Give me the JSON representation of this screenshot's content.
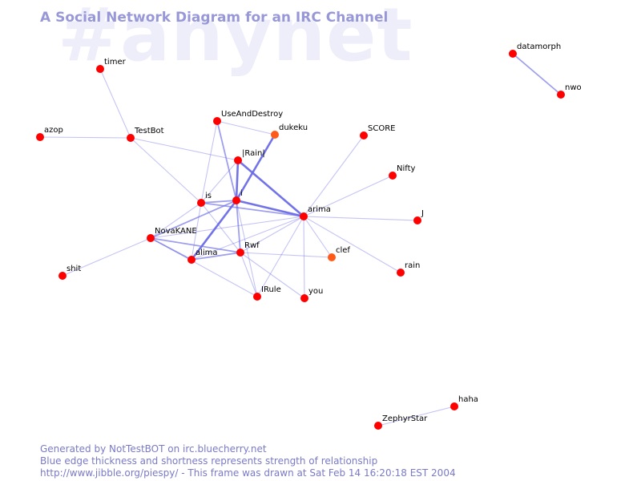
{
  "watermark": "#anynet",
  "title": "A Social Network Diagram for an IRC Channel",
  "footer": {
    "line1": "Generated by NotTestBOT on irc.bluecherry.net",
    "line2": "Blue edge thickness and shortness represents strength of relationship",
    "line3": "http://www.jibble.org/piespy/ - This frame was drawn at Sat Feb 14 16:20:18 EST 2004"
  },
  "colors": {
    "node": "#ff0000",
    "node_alt": "#ff5a1a",
    "edge": "#6b6be8",
    "title": "#9898d8",
    "watermark": "#eeeefb"
  },
  "nodes": [
    {
      "id": "timer",
      "label": "timer"
    },
    {
      "id": "azop",
      "label": "azop"
    },
    {
      "id": "TestBot",
      "label": "TestBot"
    },
    {
      "id": "UseAndDestroy",
      "label": "UseAndDestroy"
    },
    {
      "id": "dukeku",
      "label": "dukeku"
    },
    {
      "id": "Rain",
      "label": "|Rain|"
    },
    {
      "id": "SCORE",
      "label": "SCORE"
    },
    {
      "id": "Nifty",
      "label": "Nifty"
    },
    {
      "id": "is",
      "label": "is"
    },
    {
      "id": "i",
      "label": "i"
    },
    {
      "id": "arima",
      "label": "arima"
    },
    {
      "id": "J",
      "label": "J"
    },
    {
      "id": "NovaKANE",
      "label": "NovaKANE"
    },
    {
      "id": "alima",
      "label": "alima"
    },
    {
      "id": "Rwf",
      "label": "Rwf"
    },
    {
      "id": "clef",
      "label": "clef"
    },
    {
      "id": "rain",
      "label": "rain"
    },
    {
      "id": "shit",
      "label": "shit"
    },
    {
      "id": "IRule",
      "label": "IRule"
    },
    {
      "id": "you",
      "label": "you"
    },
    {
      "id": "datamorph",
      "label": "datamorph"
    },
    {
      "id": "nwo",
      "label": "nwo"
    },
    {
      "id": "haha",
      "label": "haha"
    },
    {
      "id": "ZephyrStar",
      "label": "ZephyrStar"
    }
  ],
  "edges": [
    {
      "from": "timer",
      "to": "TestBot",
      "strength": 1
    },
    {
      "from": "azop",
      "to": "TestBot",
      "strength": 1
    },
    {
      "from": "TestBot",
      "to": "Rain",
      "strength": 1
    },
    {
      "from": "TestBot",
      "to": "is",
      "strength": 1
    },
    {
      "from": "UseAndDestroy",
      "to": "dukeku",
      "strength": 1
    },
    {
      "from": "UseAndDestroy",
      "to": "i",
      "strength": 2
    },
    {
      "from": "UseAndDestroy",
      "to": "is",
      "strength": 1
    },
    {
      "from": "dukeku",
      "to": "i",
      "strength": 3
    },
    {
      "from": "Rain",
      "to": "i",
      "strength": 3
    },
    {
      "from": "Rain",
      "to": "arima",
      "strength": 3
    },
    {
      "from": "Rain",
      "to": "is",
      "strength": 1
    },
    {
      "from": "i",
      "to": "arima",
      "strength": 3
    },
    {
      "from": "i",
      "to": "is",
      "strength": 2
    },
    {
      "from": "i",
      "to": "alima",
      "strength": 3
    },
    {
      "from": "i",
      "to": "Rwf",
      "strength": 2
    },
    {
      "from": "i",
      "to": "NovaKANE",
      "strength": 2
    },
    {
      "from": "i",
      "to": "IRule",
      "strength": 1
    },
    {
      "from": "is",
      "to": "arima",
      "strength": 2
    },
    {
      "from": "is",
      "to": "Rwf",
      "strength": 1
    },
    {
      "from": "is",
      "to": "alima",
      "strength": 1
    },
    {
      "from": "is",
      "to": "NovaKANE",
      "strength": 1
    },
    {
      "from": "arima",
      "to": "SCORE",
      "strength": 1
    },
    {
      "from": "arima",
      "to": "Nifty",
      "strength": 1
    },
    {
      "from": "arima",
      "to": "J",
      "strength": 1
    },
    {
      "from": "arima",
      "to": "rain",
      "strength": 1
    },
    {
      "from": "arima",
      "to": "clef",
      "strength": 1
    },
    {
      "from": "arima",
      "to": "you",
      "strength": 1
    },
    {
      "from": "arima",
      "to": "IRule",
      "strength": 1
    },
    {
      "from": "arima",
      "to": "NovaKANE",
      "strength": 1
    },
    {
      "from": "arima",
      "to": "Rwf",
      "strength": 1
    },
    {
      "from": "arima",
      "to": "alima",
      "strength": 1
    },
    {
      "from": "NovaKANE",
      "to": "alima",
      "strength": 2
    },
    {
      "from": "NovaKANE",
      "to": "Rwf",
      "strength": 2
    },
    {
      "from": "NovaKANE",
      "to": "shit",
      "strength": 1
    },
    {
      "from": "NovaKANE",
      "to": "IRule",
      "strength": 1
    },
    {
      "from": "alima",
      "to": "Rwf",
      "strength": 2
    },
    {
      "from": "Rwf",
      "to": "you",
      "strength": 1
    },
    {
      "from": "Rwf",
      "to": "IRule",
      "strength": 1
    },
    {
      "from": "Rwf",
      "to": "clef",
      "strength": 1
    },
    {
      "from": "datamorph",
      "to": "nwo",
      "strength": 2
    },
    {
      "from": "haha",
      "to": "ZephyrStar",
      "strength": 1
    }
  ]
}
